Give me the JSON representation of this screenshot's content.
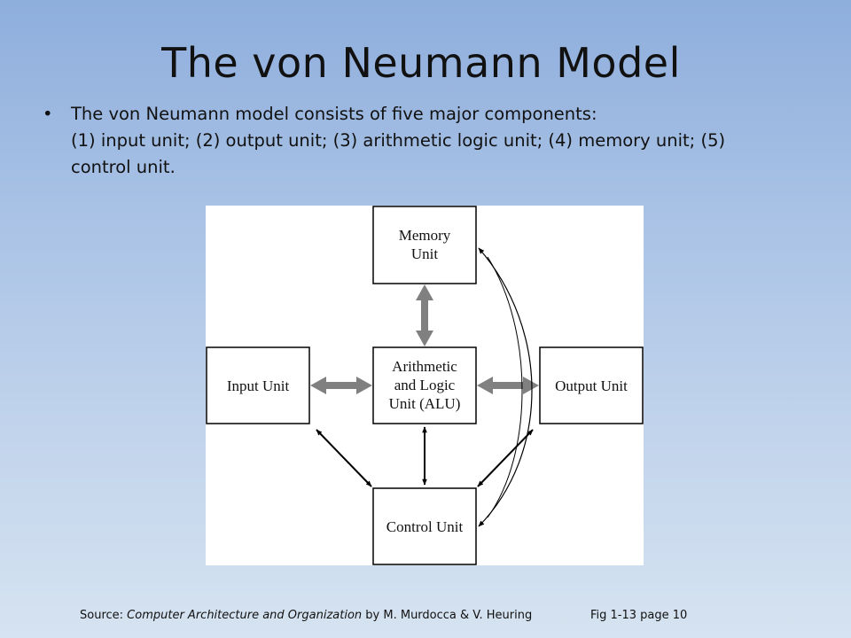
{
  "slide": {
    "title": "The von Neumann Model",
    "bullet": {
      "dot": "•",
      "line1": "The von Neumann model consists of five major components:",
      "line2": "(1) input unit; (2) output unit; (3) arithmetic logic unit; (4) memory unit; (5)",
      "line3": "control unit."
    }
  },
  "diagram": {
    "memory_unit": {
      "line1": "Memory",
      "line2": "Unit"
    },
    "input_unit": {
      "line1": "Input Unit"
    },
    "alu": {
      "line1": "Arithmetic",
      "line2": "and Logic",
      "line3": "Unit (ALU)"
    },
    "output_unit": {
      "line1": "Output Unit"
    },
    "control_unit": {
      "line1": "Control Unit"
    },
    "colors": {
      "data_arrow": "#808080",
      "control_arrow": "#000000",
      "box_border": "#000000"
    }
  },
  "footer": {
    "source_prefix": "Source: ",
    "book_title": "Computer Architecture and Organization",
    "authors": " by M. Murdocca & V. Heuring",
    "fig_ref": "Fig 1-13 page 10"
  }
}
